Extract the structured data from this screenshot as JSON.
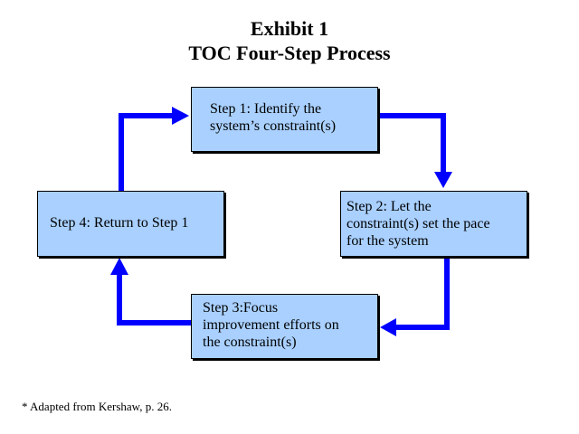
{
  "title": {
    "line1": "Exhibit 1",
    "line2": "TOC Four-Step Process"
  },
  "steps": [
    {
      "text": "Step 1: Identify the\nsystem’s constraint(s)"
    },
    {
      "text": "Step 2: Let the\nconstraint(s) set the pace\nfor the system"
    },
    {
      "text": "Step 3:Focus\nimprovement efforts on\nthe constraint(s)"
    },
    {
      "text": "Step 4: Return to Step 1"
    }
  ],
  "footnote": "* Adapted from Kershaw, p. 26.",
  "colors": {
    "box_fill": "#a9d0ff",
    "arrow": "#0000ff"
  }
}
